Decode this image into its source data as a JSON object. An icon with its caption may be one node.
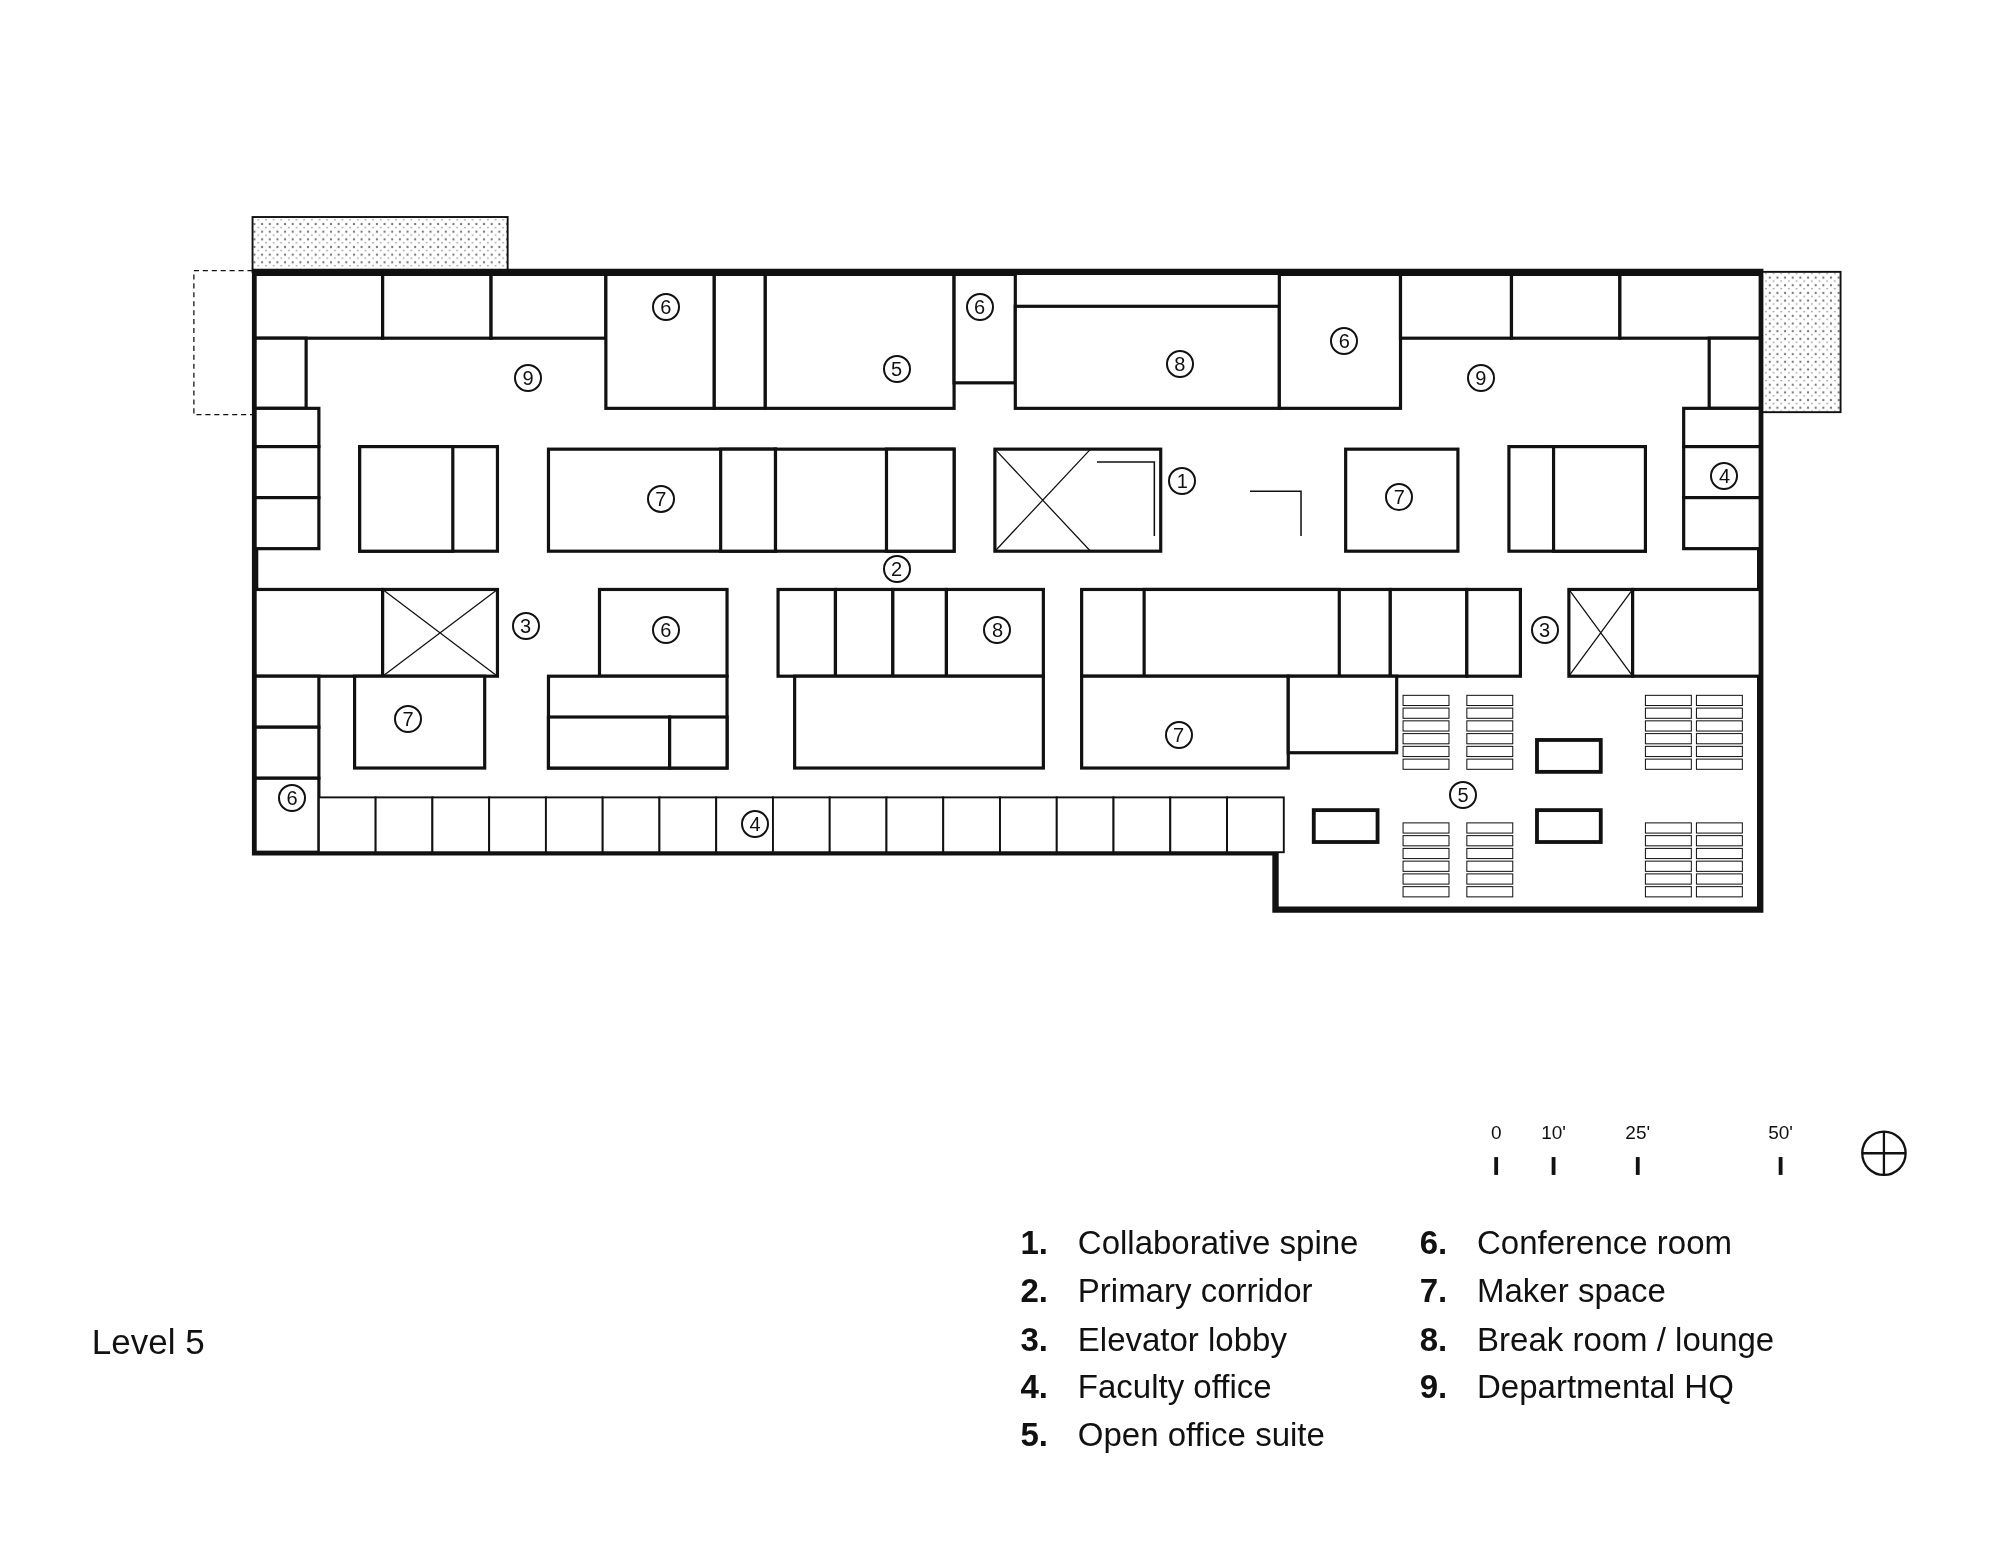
{
  "diagram": {
    "title": "Level 5",
    "labels": [
      "9",
      "6",
      "5",
      "6",
      "8",
      "6",
      "9",
      "1",
      "7",
      "7",
      "4",
      "2",
      "3",
      "6",
      "8",
      "3",
      "7",
      "7",
      "6",
      "5",
      "4",
      "0",
      "10'",
      "25'",
      "50'",
      "1.",
      "Collaborative spine",
      "6.",
      "Conference room",
      "2.",
      "Primary corridor",
      "7.",
      "Maker space",
      "3.",
      "Elevator lobby",
      "8.",
      "Break room / lounge",
      "4.",
      "Faculty office",
      "9.",
      "Departmental HQ",
      "5.",
      "Open office suite"
    ]
  }
}
